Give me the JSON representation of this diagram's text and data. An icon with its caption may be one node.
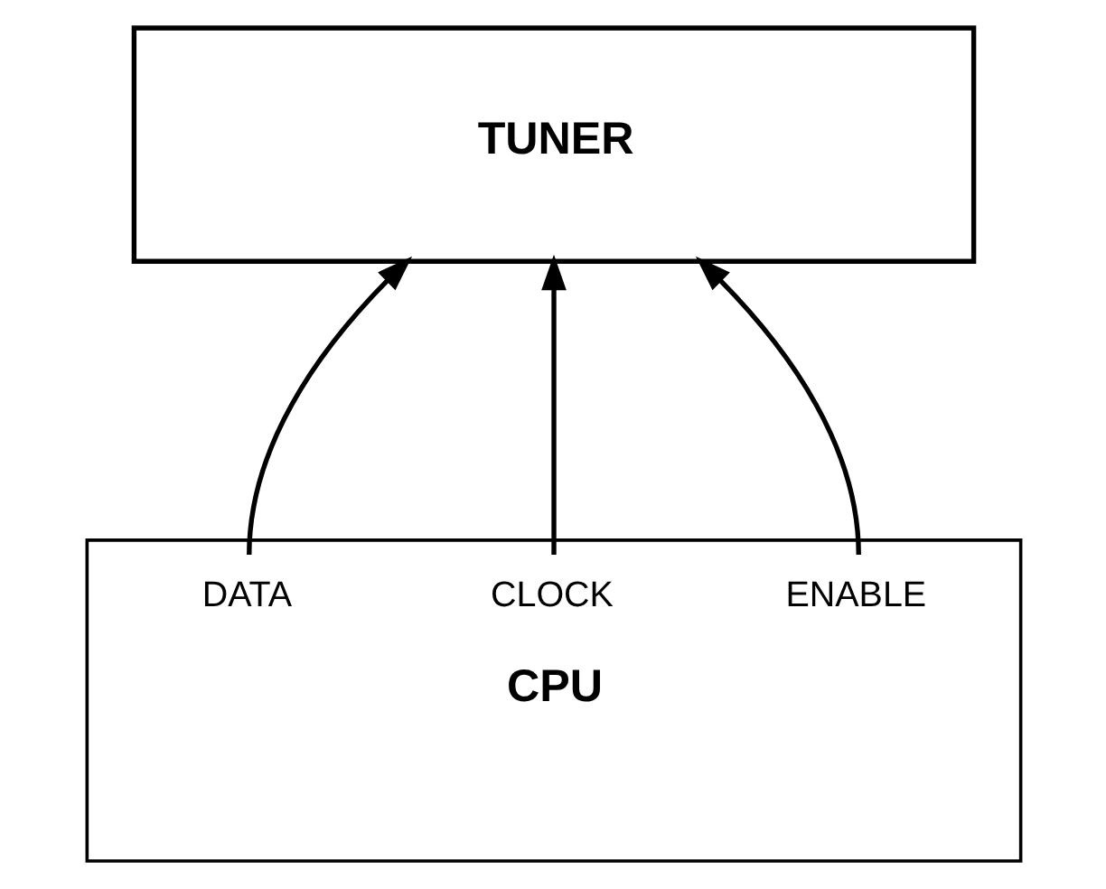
{
  "diagram": {
    "nodes": [
      {
        "text": [
          "TUNER"
        ]
      },
      {
        "text": [
          "DATA",
          "CLOCK",
          "ENABLE",
          "CPU"
        ]
      }
    ],
    "edges": [
      {
        "from": 1,
        "to": 0,
        "arrow": "to"
      },
      {
        "from": 1,
        "to": 0,
        "arrow": "to"
      },
      {
        "from": 1,
        "to": 0,
        "arrow": "to"
      }
    ]
  }
}
